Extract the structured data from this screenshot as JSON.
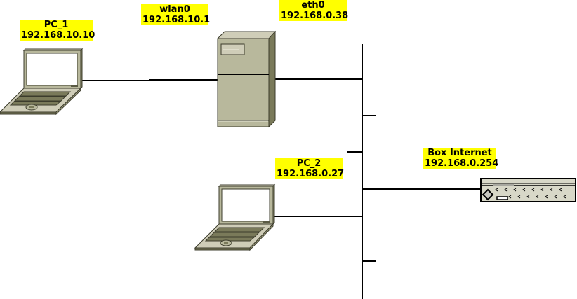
{
  "diagram": {
    "title": "",
    "nodes": [
      {
        "id": "pc1",
        "type": "laptop",
        "name": "PC_1",
        "ip": "192.168.10.10"
      },
      {
        "id": "server",
        "type": "server",
        "interfaces": [
          {
            "name": "wlan0",
            "ip": "192.168.10.1"
          },
          {
            "name": "eth0",
            "ip": "192.168.0.38"
          }
        ]
      },
      {
        "id": "pc2",
        "type": "laptop",
        "name": "PC_2",
        "ip": "192.168.0.27"
      },
      {
        "id": "box",
        "type": "router",
        "name": "Box Internet",
        "ip": "192.168.0.254"
      }
    ],
    "links": [
      {
        "from": "pc1",
        "to": "server",
        "via": "wlan0"
      },
      {
        "from": "server",
        "to": "ethernet-bus",
        "via": "eth0"
      },
      {
        "from": "pc2",
        "to": "ethernet-bus"
      },
      {
        "from": "box",
        "to": "ethernet-bus"
      }
    ]
  },
  "labels": {
    "pc1": {
      "name": "PC_1",
      "ip": "192.168.10.10"
    },
    "wlan0": {
      "name": "wlan0",
      "ip": "192.168.10.1"
    },
    "eth0": {
      "name": "eth0",
      "ip": "192.168.0.38"
    },
    "pc2": {
      "name": "PC_2",
      "ip": "192.168.0.27"
    },
    "box": {
      "name": "Box Internet",
      "ip": "192.168.0.254"
    }
  },
  "colors": {
    "label_bg": "#ffff00",
    "device_body": "#b8b89c",
    "device_light": "#cfcdb8",
    "device_dark": "#7a7a5a",
    "outline": "#3c3c2c",
    "line": "#000000"
  }
}
